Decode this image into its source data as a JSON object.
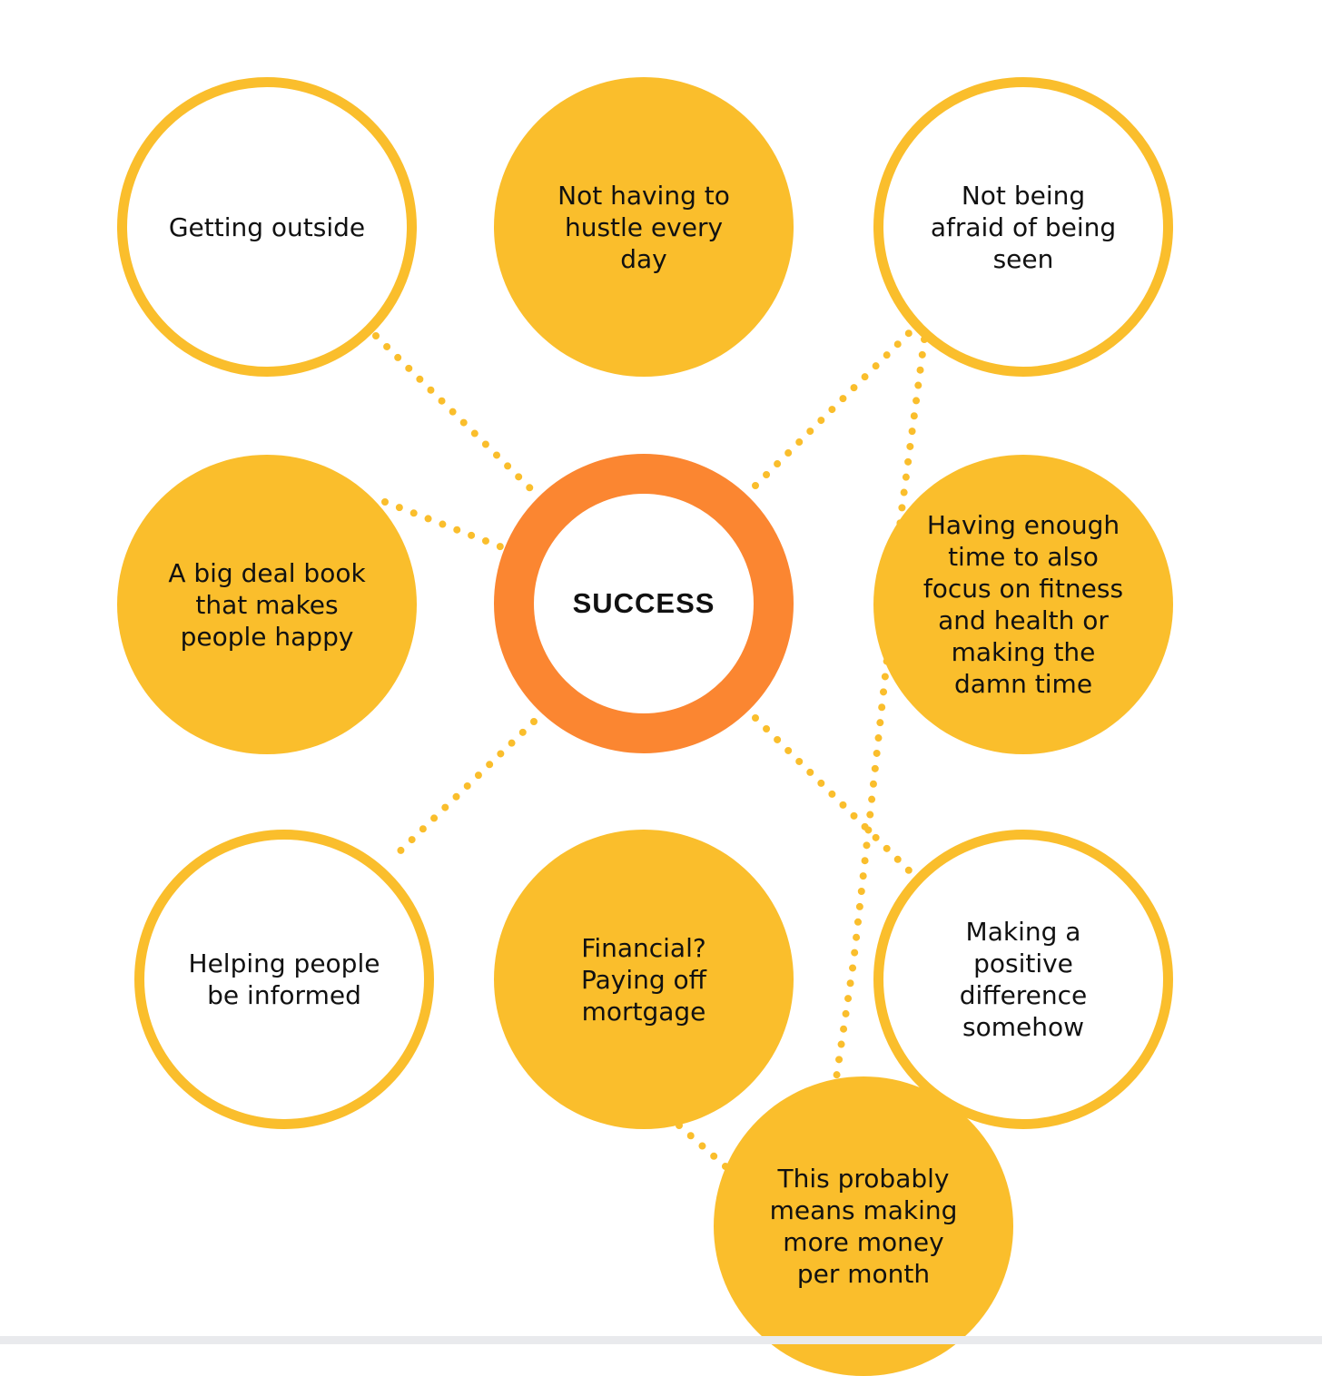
{
  "colors": {
    "filled": "#FABE2C",
    "outline": "#FABE2C",
    "center_ring": "#FB8631",
    "connector": "#FABE2C",
    "text": "#111111"
  },
  "center": {
    "label": "SUCCESS"
  },
  "nodes": [
    {
      "id": "getting-outside",
      "style": "outlined",
      "label": "Getting outside"
    },
    {
      "id": "not-hustle",
      "style": "filled",
      "label": "Not having to\nhustle every\nday"
    },
    {
      "id": "not-afraid",
      "style": "outlined",
      "label": "Not being\nafraid of being\nseen"
    },
    {
      "id": "big-deal-book",
      "style": "filled",
      "label": "A big deal book\nthat makes\npeople happy"
    },
    {
      "id": "fitness-time",
      "style": "filled",
      "label": "Having enough\ntime to also\nfocus on fitness\nand health or\nmaking the\ndamn time"
    },
    {
      "id": "helping-informed",
      "style": "outlined",
      "label": "Helping people\nbe informed"
    },
    {
      "id": "financial",
      "style": "filled",
      "label": "Financial?\nPaying off\nmortgage"
    },
    {
      "id": "positive-difference",
      "style": "outlined",
      "label": "Making a\npositive\ndifference\nsomehow"
    },
    {
      "id": "more-money",
      "style": "filled",
      "label": "This probably\nmeans making\nmore money\nper month"
    }
  ]
}
